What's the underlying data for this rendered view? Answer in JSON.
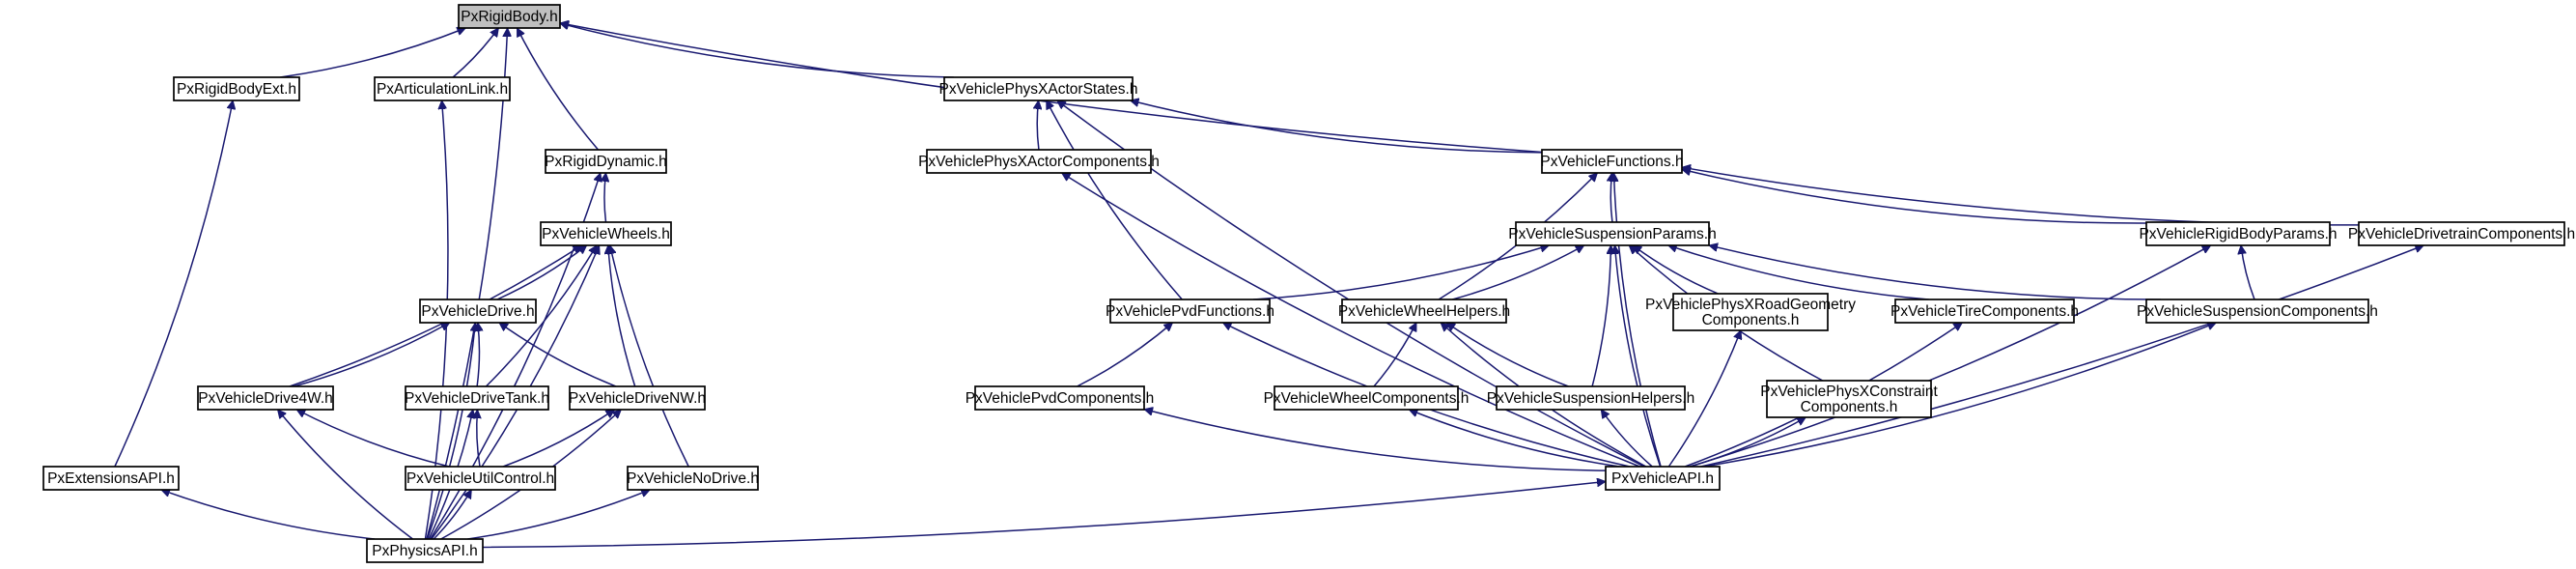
{
  "graph": {
    "title": "",
    "nodes": [
      {
        "id": "rigidbody",
        "lines": [
          "PxRigidBody.h"
        ],
        "highlight": true
      },
      {
        "id": "rigidbodyext",
        "lines": [
          "PxRigidBodyExt.h"
        ]
      },
      {
        "id": "articulationlink",
        "lines": [
          "PxArticulationLink.h"
        ]
      },
      {
        "id": "rigiddynamic",
        "lines": [
          "PxRigidDynamic.h"
        ]
      },
      {
        "id": "vehiclewheels",
        "lines": [
          "PxVehicleWheels.h"
        ]
      },
      {
        "id": "vehicledrive",
        "lines": [
          "PxVehicleDrive.h"
        ]
      },
      {
        "id": "vehicledrive4w",
        "lines": [
          "PxVehicleDrive4W.h"
        ]
      },
      {
        "id": "vehicledrivetank",
        "lines": [
          "PxVehicleDriveTank.h"
        ]
      },
      {
        "id": "vehicledrivenw",
        "lines": [
          "PxVehicleDriveNW.h"
        ]
      },
      {
        "id": "vehicleutilcontrol",
        "lines": [
          "PxVehicleUtilControl.h"
        ]
      },
      {
        "id": "vehiclenodrive",
        "lines": [
          "PxVehicleNoDrive.h"
        ]
      },
      {
        "id": "extensionsapi",
        "lines": [
          "PxExtensionsAPI.h"
        ]
      },
      {
        "id": "physicsapi",
        "lines": [
          "PxPhysicsAPI.h"
        ]
      },
      {
        "id": "physxactorstates",
        "lines": [
          "PxVehiclePhysXActorStates.h"
        ]
      },
      {
        "id": "physxactorcomponents",
        "lines": [
          "PxVehiclePhysXActorComponents.h"
        ]
      },
      {
        "id": "vehiclefunctions",
        "lines": [
          "PxVehicleFunctions.h"
        ]
      },
      {
        "id": "suspensionparams",
        "lines": [
          "PxVehicleSuspensionParams.h"
        ]
      },
      {
        "id": "rigidbodyparams",
        "lines": [
          "PxVehicleRigidBodyParams.h"
        ]
      },
      {
        "id": "drivetraincomponents",
        "lines": [
          "PxVehicleDrivetrainComponents.h"
        ]
      },
      {
        "id": "pvdfunctions",
        "lines": [
          "PxVehiclePvdFunctions.h"
        ]
      },
      {
        "id": "wheelhelpers",
        "lines": [
          "PxVehicleWheelHelpers.h"
        ]
      },
      {
        "id": "roadgeometry",
        "lines": [
          "PxVehiclePhysXRoadGeometry",
          "Components.h"
        ]
      },
      {
        "id": "tirecomponents",
        "lines": [
          "PxVehicleTireComponents.h"
        ]
      },
      {
        "id": "suspensioncomponents",
        "lines": [
          "PxVehicleSuspensionComponents.h"
        ]
      },
      {
        "id": "pvdcomponents",
        "lines": [
          "PxVehiclePvdComponents.h"
        ]
      },
      {
        "id": "wheelcomponents",
        "lines": [
          "PxVehicleWheelComponents.h"
        ]
      },
      {
        "id": "suspensionhelpers",
        "lines": [
          "PxVehicleSuspensionHelpers.h"
        ]
      },
      {
        "id": "physxconstraint",
        "lines": [
          "PxVehiclePhysXConstraint",
          "Components.h"
        ]
      },
      {
        "id": "vehicleapi",
        "lines": [
          "PxVehicleAPI.h"
        ]
      }
    ],
    "edges": [
      [
        "rigidbodyext",
        "rigidbody"
      ],
      [
        "articulationlink",
        "rigidbody"
      ],
      [
        "rigiddynamic",
        "rigidbody"
      ],
      [
        "physxactorstates",
        "rigidbody"
      ],
      [
        "vehiclefunctions",
        "rigidbody"
      ],
      [
        "physicsapi",
        "rigidbody"
      ],
      [
        "extensionsapi",
        "rigidbodyext"
      ],
      [
        "physicsapi",
        "articulationlink"
      ],
      [
        "vehiclewheels",
        "rigiddynamic"
      ],
      [
        "physicsapi",
        "rigiddynamic"
      ],
      [
        "vehicledrive",
        "vehiclewheels"
      ],
      [
        "vehicledrive4w",
        "vehiclewheels"
      ],
      [
        "vehicledrivetank",
        "vehiclewheels"
      ],
      [
        "vehicledrivenw",
        "vehiclewheels"
      ],
      [
        "vehiclenodrive",
        "vehiclewheels"
      ],
      [
        "physicsapi",
        "vehiclewheels"
      ],
      [
        "vehicledrive4w",
        "vehicledrive"
      ],
      [
        "vehicledrivetank",
        "vehicledrive"
      ],
      [
        "vehicledrivenw",
        "vehicledrive"
      ],
      [
        "physicsapi",
        "vehicledrive"
      ],
      [
        "vehicleutilcontrol",
        "vehicledrive4w"
      ],
      [
        "physicsapi",
        "vehicledrive4w"
      ],
      [
        "vehicleutilcontrol",
        "vehicledrivetank"
      ],
      [
        "physicsapi",
        "vehicledrivetank"
      ],
      [
        "vehicleutilcontrol",
        "vehicledrivenw"
      ],
      [
        "physicsapi",
        "vehicledrivenw"
      ],
      [
        "physicsapi",
        "vehicleutilcontrol"
      ],
      [
        "physicsapi",
        "vehiclenodrive"
      ],
      [
        "physicsapi",
        "extensionsapi"
      ],
      [
        "physicsapi",
        "vehicleapi"
      ],
      [
        "physxactorcomponents",
        "physxactorstates"
      ],
      [
        "vehiclefunctions",
        "physxactorstates"
      ],
      [
        "pvdfunctions",
        "physxactorstates"
      ],
      [
        "vehicleapi",
        "physxactorstates"
      ],
      [
        "vehicleapi",
        "physxactorcomponents"
      ],
      [
        "suspensionparams",
        "vehiclefunctions"
      ],
      [
        "wheelhelpers",
        "vehiclefunctions"
      ],
      [
        "rigidbodyparams",
        "vehiclefunctions"
      ],
      [
        "drivetraincomponents",
        "vehiclefunctions"
      ],
      [
        "vehicleapi",
        "vehiclefunctions"
      ],
      [
        "pvdfunctions",
        "suspensionparams"
      ],
      [
        "wheelhelpers",
        "suspensionparams"
      ],
      [
        "roadgeometry",
        "suspensionparams"
      ],
      [
        "tirecomponents",
        "suspensionparams"
      ],
      [
        "suspensioncomponents",
        "suspensionparams"
      ],
      [
        "suspensionhelpers",
        "suspensionparams"
      ],
      [
        "physxconstraint",
        "suspensionparams"
      ],
      [
        "vehicleapi",
        "suspensionparams"
      ],
      [
        "suspensioncomponents",
        "rigidbodyparams"
      ],
      [
        "vehicleapi",
        "rigidbodyparams"
      ],
      [
        "vehicleapi",
        "drivetraincomponents"
      ],
      [
        "pvdcomponents",
        "pvdfunctions"
      ],
      [
        "vehicleapi",
        "pvdfunctions"
      ],
      [
        "wheelcomponents",
        "wheelhelpers"
      ],
      [
        "suspensionhelpers",
        "wheelhelpers"
      ],
      [
        "vehicleapi",
        "wheelhelpers"
      ],
      [
        "vehicleapi",
        "roadgeometry"
      ],
      [
        "vehicleapi",
        "tirecomponents"
      ],
      [
        "vehicleapi",
        "suspensioncomponents"
      ],
      [
        "vehicleapi",
        "pvdcomponents"
      ],
      [
        "vehicleapi",
        "wheelcomponents"
      ],
      [
        "vehicleapi",
        "suspensionhelpers"
      ],
      [
        "vehicleapi",
        "physxconstraint"
      ]
    ]
  }
}
